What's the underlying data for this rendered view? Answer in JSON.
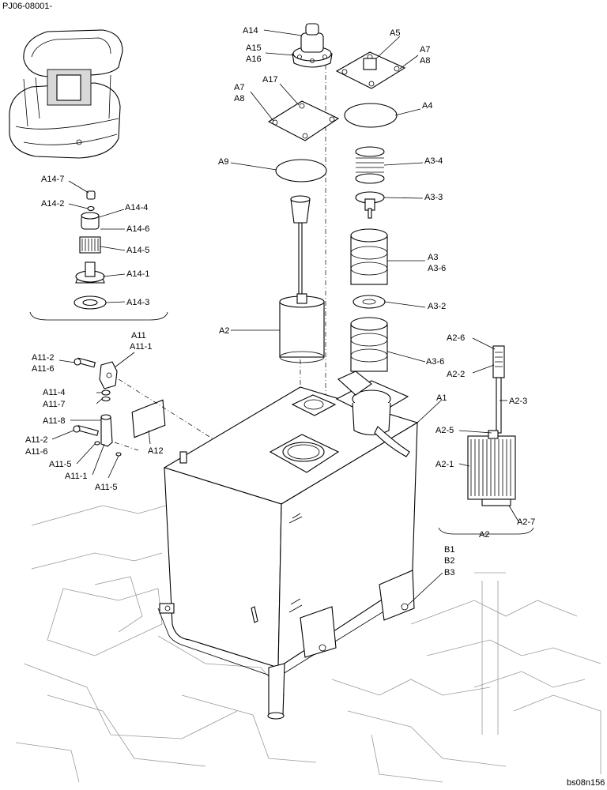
{
  "header": {
    "code": "PJ06-08001-"
  },
  "footer": {
    "ref": "bs08n156"
  },
  "labels": {
    "a14": "A14",
    "a15": "A15",
    "a16": "A16",
    "a5": "A5",
    "a7_top": "A7",
    "a8_top": "A8",
    "a7_left": "A7",
    "a8_left": "A8",
    "a17": "A17",
    "a4": "A4",
    "a9": "A9",
    "a3_4": "A3-4",
    "a3_3": "A3-3",
    "a3": "A3",
    "a3_6_a": "A3-6",
    "a3_2": "A3-2",
    "a3_6_b": "A3-6",
    "a2": "A2",
    "a1": "A1",
    "a14_7": "A14-7",
    "a14_2": "A14-2",
    "a14_4": "A14-4",
    "a14_6": "A14-6",
    "a14_5": "A14-5",
    "a14_1": "A14-1",
    "a14_3": "A14-3",
    "a11": "A11",
    "a11_1_top": "A11-1",
    "a11_2_a": "A11-2",
    "a11_6_a": "A11-6",
    "a11_4": "A11-4",
    "a11_7": "A11-7",
    "a11_8": "A11-8",
    "a11_2_b": "A11-2",
    "a11_6_b": "A11-6",
    "a11_5_a": "A11-5",
    "a11_1_b": "A11-1",
    "a11_5_b": "A11-5",
    "a12": "A12",
    "a2_6": "A2-6",
    "a2_2": "A2-2",
    "a2_3": "A2-3",
    "a2_5": "A2-5",
    "a2_1": "A2-1",
    "a2_7": "A2-7",
    "a2_group": "A2",
    "b1": "B1",
    "b2": "B2",
    "b3": "B3"
  }
}
